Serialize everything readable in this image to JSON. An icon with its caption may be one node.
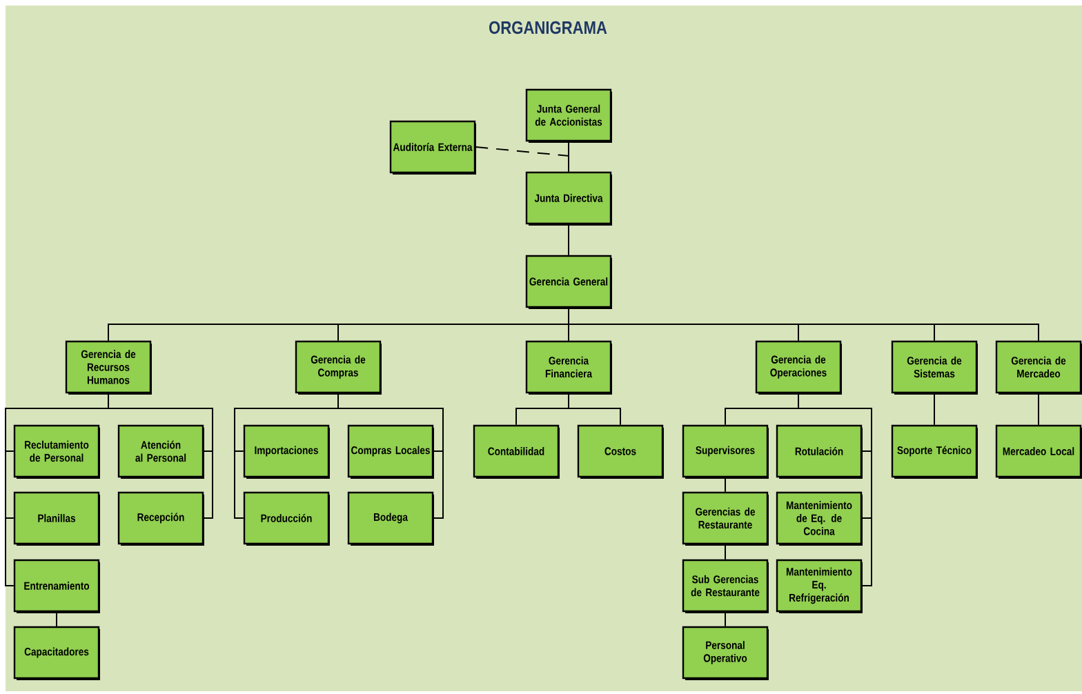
{
  "diagram": {
    "title": "ORGANIGRAMA",
    "nodes": [
      {
        "text": [
          "Junta General de Accionistas"
        ]
      },
      {
        "text": [
          "Auditoría Externa"
        ]
      },
      {
        "text": [
          "Junta Directiva"
        ]
      },
      {
        "text": [
          "Gerencia General"
        ]
      },
      {
        "text": [
          "Gerencia de Recursos Humanos"
        ]
      },
      {
        "text": [
          "Gerencia de Compras"
        ]
      },
      {
        "text": [
          "Gerencia Financiera"
        ]
      },
      {
        "text": [
          "Gerencia de Operaciones"
        ]
      },
      {
        "text": [
          "Gerencia de Sistemas"
        ]
      },
      {
        "text": [
          "Gerencia de Mercadeo"
        ]
      },
      {
        "text": [
          "Reclutamiento de Personal"
        ]
      },
      {
        "text": [
          "Atención al Personal"
        ]
      },
      {
        "text": [
          "Planillas"
        ]
      },
      {
        "text": [
          "Recepción"
        ]
      },
      {
        "text": [
          "Entrenamiento"
        ]
      },
      {
        "text": [
          "Capacitadores"
        ]
      },
      {
        "text": [
          "Importaciones"
        ]
      },
      {
        "text": [
          "Compras Locales"
        ]
      },
      {
        "text": [
          "Producción"
        ]
      },
      {
        "text": [
          "Bodega"
        ]
      },
      {
        "text": [
          "Contabilidad"
        ]
      },
      {
        "text": [
          "Costos"
        ]
      },
      {
        "text": [
          "Supervisores"
        ]
      },
      {
        "text": [
          "Rotulación"
        ]
      },
      {
        "text": [
          "Gerencias de Restaurante"
        ]
      },
      {
        "text": [
          "Mantenimiento de Eq. de Cocina"
        ]
      },
      {
        "text": [
          "Sub Gerencias de Restaurante"
        ]
      },
      {
        "text": [
          "Mantenimiento Eq. Refrigeración"
        ]
      },
      {
        "text": [
          "Personal Operativo"
        ]
      },
      {
        "text": [
          "Soporte Técnico"
        ]
      },
      {
        "text": [
          "Mercadeo Local"
        ]
      }
    ],
    "edges": [
      {
        "from": 0,
        "to": 2,
        "arrow": "none"
      },
      {
        "from": 0,
        "to": 1,
        "arrow": "none",
        "style": "dashed"
      },
      {
        "from": 2,
        "to": 3,
        "arrow": "none"
      },
      {
        "from": 3,
        "to": 4,
        "arrow": "none"
      },
      {
        "from": 3,
        "to": 5,
        "arrow": "none"
      },
      {
        "from": 3,
        "to": 6,
        "arrow": "none"
      },
      {
        "from": 3,
        "to": 7,
        "arrow": "none"
      },
      {
        "from": 3,
        "to": 8,
        "arrow": "none"
      },
      {
        "from": 3,
        "to": 9,
        "arrow": "none"
      },
      {
        "from": 4,
        "to": 10,
        "arrow": "none"
      },
      {
        "from": 4,
        "to": 12,
        "arrow": "none"
      },
      {
        "from": 4,
        "to": 14,
        "arrow": "none"
      },
      {
        "from": 4,
        "to": 11,
        "arrow": "none"
      },
      {
        "from": 4,
        "to": 13,
        "arrow": "none"
      },
      {
        "from": 14,
        "to": 15,
        "arrow": "none"
      },
      {
        "from": 5,
        "to": 16,
        "arrow": "none"
      },
      {
        "from": 5,
        "to": 18,
        "arrow": "none"
      },
      {
        "from": 5,
        "to": 17,
        "arrow": "none"
      },
      {
        "from": 5,
        "to": 19,
        "arrow": "none"
      },
      {
        "from": 6,
        "to": 20,
        "arrow": "none"
      },
      {
        "from": 6,
        "to": 21,
        "arrow": "none"
      },
      {
        "from": 7,
        "to": 22,
        "arrow": "none"
      },
      {
        "from": 22,
        "to": 24,
        "arrow": "none"
      },
      {
        "from": 24,
        "to": 26,
        "arrow": "none"
      },
      {
        "from": 26,
        "to": 28,
        "arrow": "none"
      },
      {
        "from": 7,
        "to": 23,
        "arrow": "none"
      },
      {
        "from": 7,
        "to": 25,
        "arrow": "none"
      },
      {
        "from": 7,
        "to": 27,
        "arrow": "none"
      },
      {
        "from": 8,
        "to": 29,
        "arrow": "none"
      },
      {
        "from": 9,
        "to": 30,
        "arrow": "none"
      }
    ]
  }
}
